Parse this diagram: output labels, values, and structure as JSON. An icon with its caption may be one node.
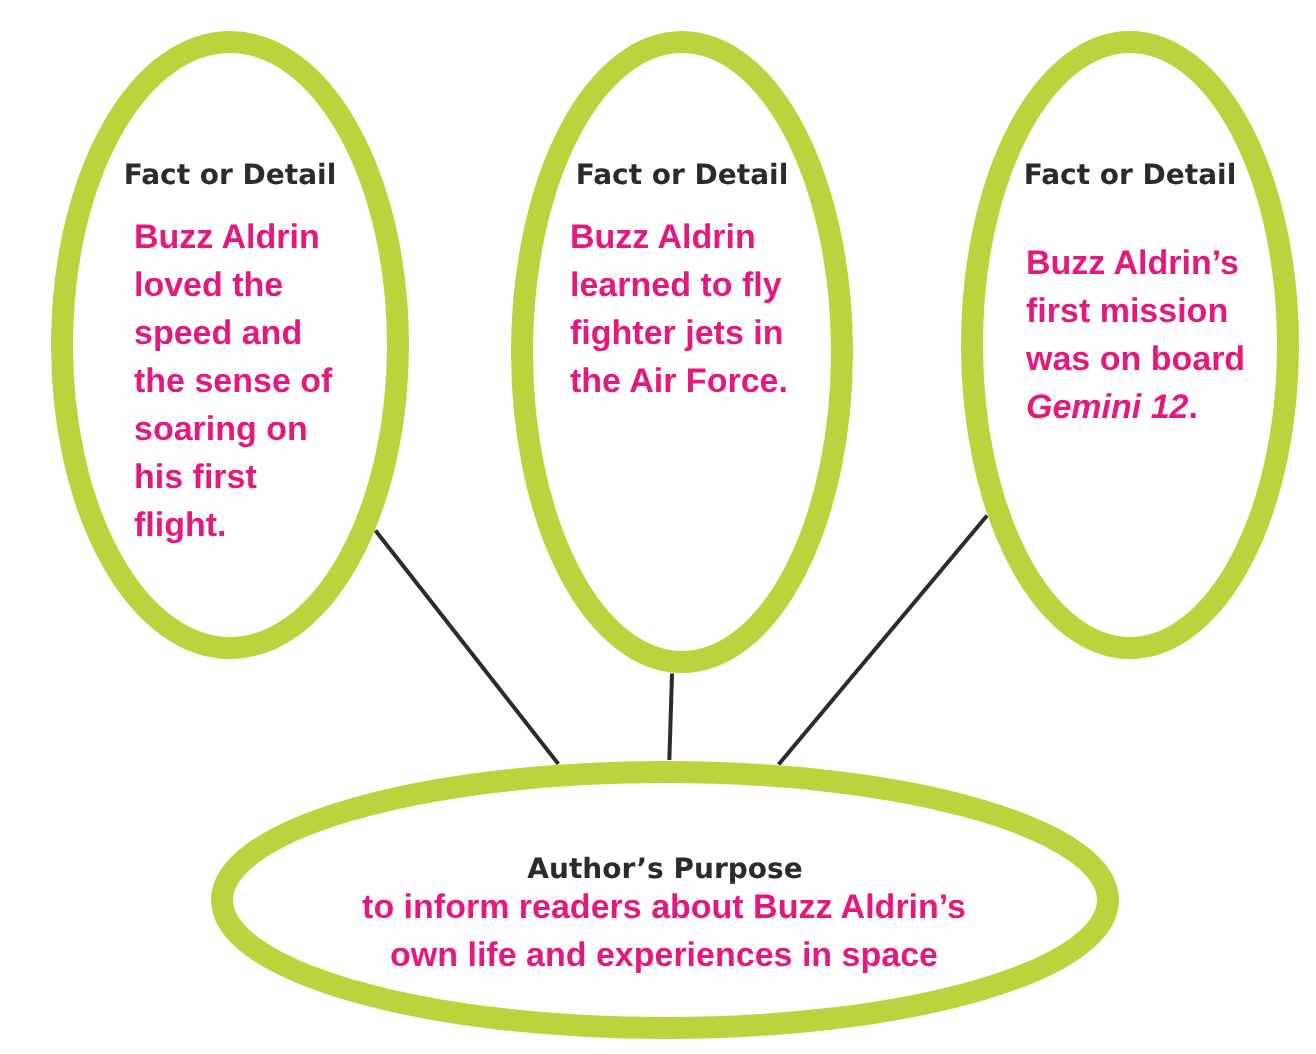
{
  "diagram": {
    "nodes": [
      {
        "text": [
          "Fact or Detail",
          "Buzz Aldrin loved the speed and the sense of soaring on his first flight."
        ]
      },
      {
        "text": [
          "Fact or Detail",
          "Buzz Aldrin learned to fly fighter jets in the Air Force."
        ]
      },
      {
        "text": [
          "Fact or Detail",
          "Buzz Aldrin’s first mission was on board *Gemini 12*."
        ]
      },
      {
        "text": [
          "Author’s Purpose",
          "to inform readers about Buzz Aldrin’s own life and experiences in space"
        ]
      }
    ],
    "edges": [
      {
        "from": 0,
        "to": 3,
        "arrow": "none"
      },
      {
        "from": 1,
        "to": 3,
        "arrow": "none"
      },
      {
        "from": 2,
        "to": 3,
        "arrow": "none"
      }
    ]
  }
}
